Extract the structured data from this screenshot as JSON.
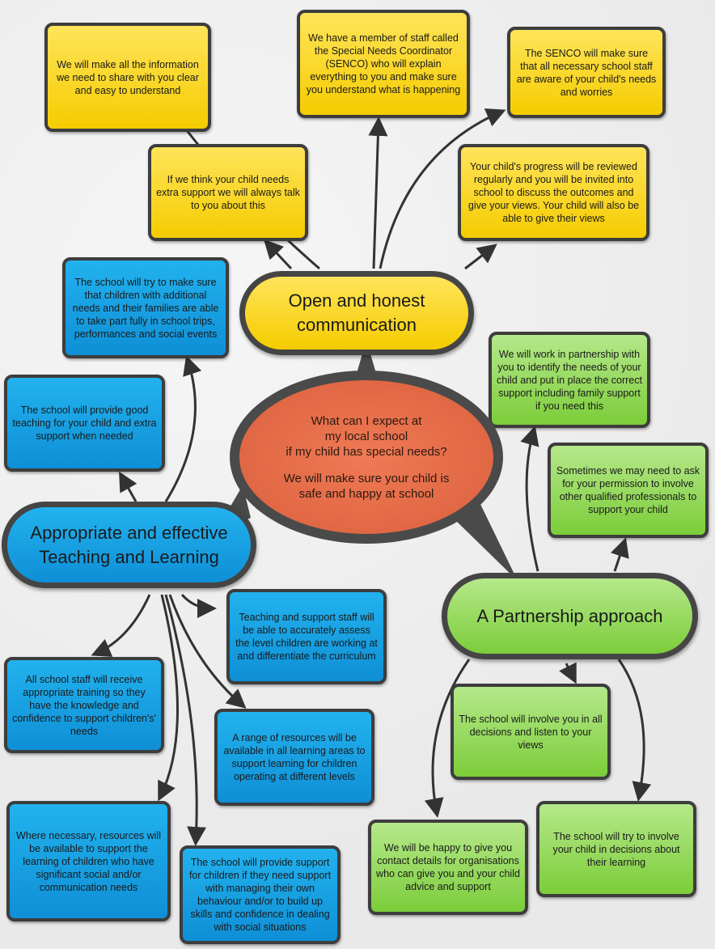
{
  "center": {
    "question_lines": [
      "What can I expect at",
      "my local school",
      "if my child has special needs?"
    ],
    "answer_lines": [
      "We will make sure your child is",
      "safe and happy at school"
    ]
  },
  "hubs": {
    "communication": "Open and honest communication",
    "teaching": "Appropriate and effective Teaching and Learning",
    "partnership": "A Partnership approach"
  },
  "communication_items": [
    "We will make all the information we need to share with you clear and easy to understand",
    "We have a member of staff called the Special Needs Coordinator (SENCO) who will explain everything to you and make sure you understand what is happening",
    "The SENCO will make sure that all necessary school staff are aware of your child's needs and worries",
    "If we think your child needs extra support we will always talk to you about this",
    "Your child's progress will be reviewed regularly and you will be invited into school to discuss the outcomes and give your views. Your child will also be able to give their views"
  ],
  "teaching_items": [
    "The school will try to make sure that children with additional needs and their families are able to take part fully in school trips, performances and social events",
    "The school will provide good teaching for your child and extra support when needed",
    "Teaching and support staff will be able to accurately assess the level children are working at and differentiate the curriculum",
    "All school staff will receive appropriate training so they have the knowledge and confidence to support children's' needs",
    "A range of resources will be available in all learning areas to support learning for children operating at different levels",
    "Where necessary, resources will be available to support the learning of children who have significant social and/or communication needs",
    "The school will provide support for children if they need support with managing their own behaviour and/or to build up skills and confidence in dealing with social situations"
  ],
  "partnership_items": [
    "We will work in partnership with you to identify the needs of your child and put in place the correct support including family support if you need this",
    "Sometimes we may need to ask for your permission to involve other qualified professionals to support your child",
    "The school will involve you in all decisions and listen to your views",
    "The school will try to involve your child in decisions about their learning",
    "We will be happy to give you contact details for organisations who can give you and your child advice and support"
  ],
  "colors": {
    "yellow": "#f5cc00",
    "blue": "#0f8fd6",
    "green": "#7ccd3a",
    "center": "#e0694a",
    "outline": "#3d3d3d"
  }
}
